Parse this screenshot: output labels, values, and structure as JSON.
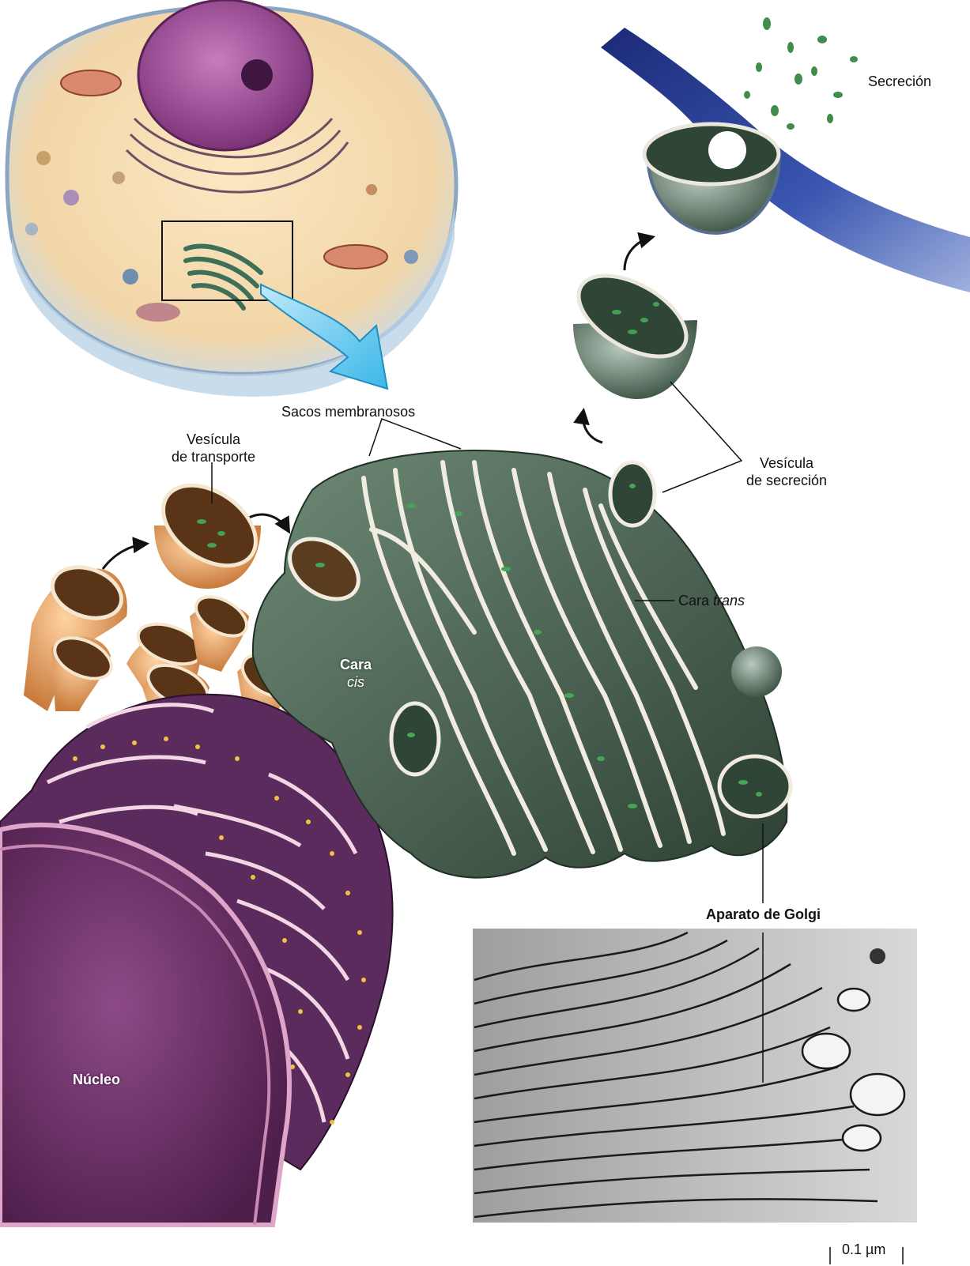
{
  "labels": {
    "secrecion": "Secreción",
    "sacos_membranosos": "Sacos membranosos",
    "vesicula_transporte_1": "Vesícula",
    "vesicula_transporte_2": "de transporte",
    "vesicula_secrecion_1": "Vesícula",
    "vesicula_secrecion_2": "de secreción",
    "cara_trans_prefix": "Cara ",
    "cara_trans_italic": "trans",
    "cara_cis_1": "Cara",
    "cara_cis_2": "cis",
    "aparato_golgi": "Aparato de Golgi",
    "nucleo": "Núcleo",
    "scale_bar": "0.1 µm"
  },
  "colors": {
    "golgi": "#4f6a58",
    "golgi_dark": "#2e4236",
    "membrane_edge": "#f1ece0",
    "cargo": "#3c9a47",
    "er_purple": "#5a2d5e",
    "nucleus": "#7a3c77",
    "transport_orange": "#e6a46a",
    "plasma_membrane": "#2a3f8f",
    "arrow_blue": "#5cc8ef"
  }
}
